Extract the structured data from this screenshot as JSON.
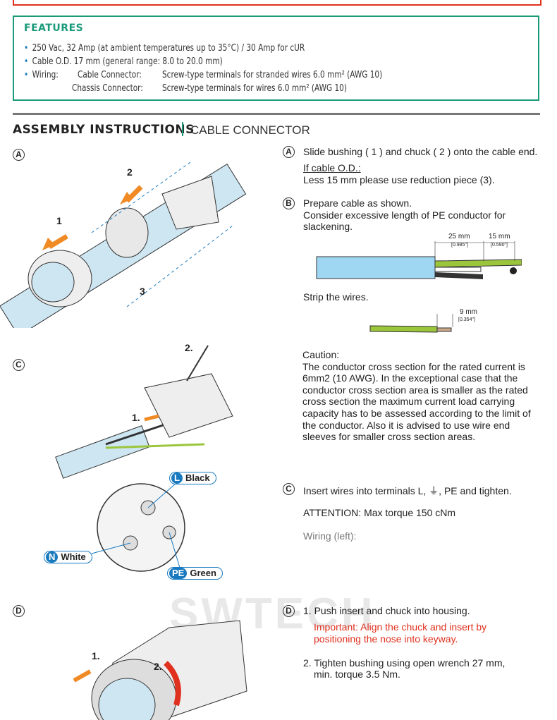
{
  "features": {
    "title": "FEATURES",
    "items": [
      "250 Vac, 32 Amp (at ambient temperatures up to 35°C) / 30 Amp for cUR",
      "Cable O.D. 17 mm (general range: 8.0 to 20.0 mm)"
    ],
    "wiring_label": "Wiring:",
    "cable_label": "Cable Connector:",
    "cable_value": "Screw-type terminals for stranded wires 6.0 mm² (AWG 10)",
    "chassis_label": "Chassis Connector:",
    "chassis_value": "Screw-type terminals for wires 6.0 mm² (AWG 10)"
  },
  "heading": {
    "main": "ASSEMBLY INSTRUCTIONS",
    "sub": "CABLE CONNECTOR"
  },
  "steps": {
    "A": {
      "label": "A",
      "text": "Slide bushing ( 1 ) and chuck ( 2 ) onto the cable end.",
      "sub": "If cable O.D.:",
      "sub2": "Less 15 mm please use reduction piece (3).",
      "fig": [
        "1",
        "2",
        "3"
      ]
    },
    "B": {
      "label": "B",
      "lines": [
        "Prepare cable as shown.",
        "Consider excessive length of PE conductor for",
        "slackening."
      ],
      "dim1": "25 mm",
      "dim1b": "[0.985\"]",
      "dim2": "15 mm",
      "dim2b": "[0.590\"]",
      "strip": "Strip the wires.",
      "dim3": "9 mm",
      "dim3b": "[0.354\"]",
      "caution": [
        "Caution:",
        "The conductor cross section for the rated current is",
        "6mm2 (10 AWG). In the exceptional case that the",
        "conductor cross section area is smaller as the rated",
        "cross section the maximum current load carrying",
        "capacity has to be assessed according to the limit of",
        "the conductor. Also it is advised to use wire end",
        "sleeves for smaller cross section areas."
      ]
    },
    "C": {
      "label": "C",
      "text": "Insert wires into terminals  L, ⏚, PE and tighten.",
      "attention": "ATTENTION: Max torque 150 cNm",
      "wiring": "Wiring (left):",
      "fig": [
        "1.",
        "2."
      ],
      "terminals": [
        {
          "code": "L",
          "name": "Black"
        },
        {
          "code": "N",
          "name": "White"
        },
        {
          "code": "PE",
          "name": "Green"
        }
      ]
    },
    "D": {
      "label": "D",
      "text1": "1. Push insert and chuck into housing.",
      "important": [
        "Important:  Align the chuck and insert by",
        "positioning the nose into keyway."
      ],
      "text2": [
        "2. Tighten bushing using open wrench 27 mm,",
        "min. torque 3.5 Nm."
      ],
      "fig": [
        "1.",
        "2."
      ]
    }
  },
  "watermark": "SWTECH",
  "colors": {
    "accent": "#1a9a7a",
    "red": "#e0301e",
    "blue": "#1a7abf"
  }
}
